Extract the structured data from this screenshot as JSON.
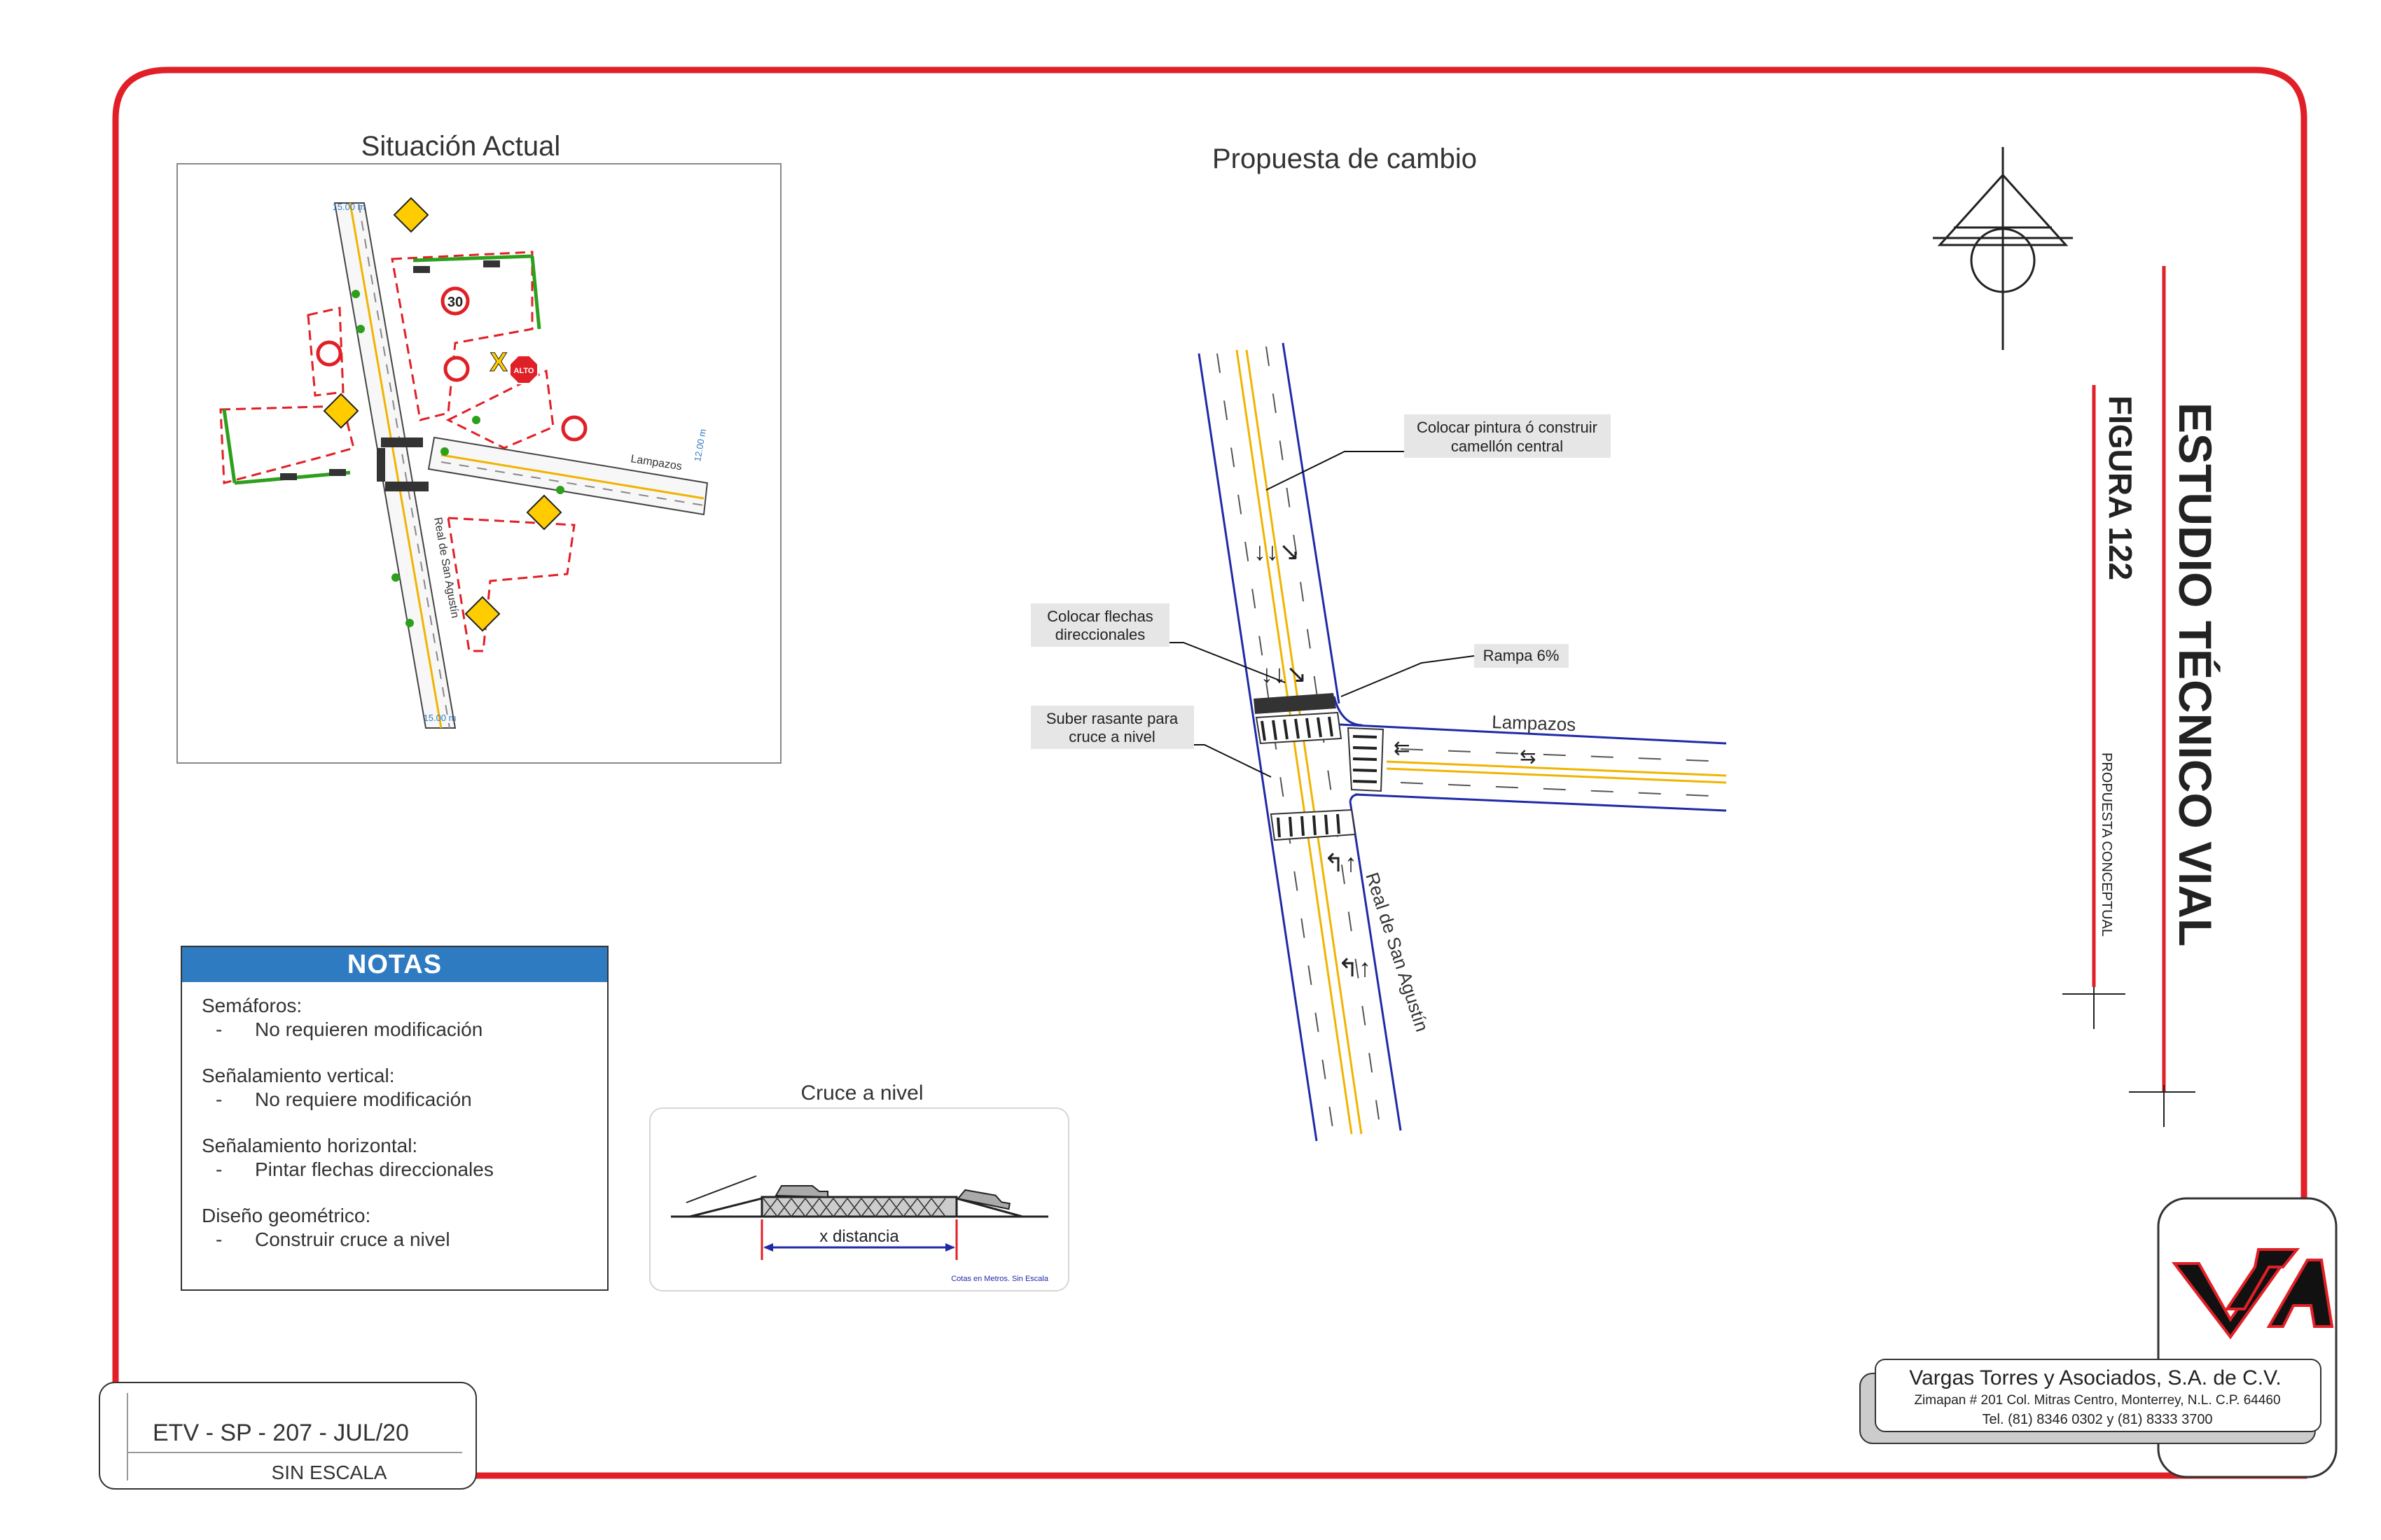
{
  "titles": {
    "current": "Situación Actual",
    "proposal": "Propuesta de cambio",
    "crossing": "Cruce a nivel"
  },
  "title_block": {
    "main": "ESTUDIO TÉCNICO VIAL",
    "figure": "FIGURA 122",
    "subtitle": "PROPUESTA CONCEPTUAL"
  },
  "current_plan": {
    "street_1": "Lampazos",
    "street_2": "Real de San Agustín",
    "dim_top": "15.00 m",
    "dim_bottom": "15.00 m",
    "dim_right": "12.00 m",
    "sign_speed_30": "30",
    "sign_alto": "ALTO"
  },
  "proposal": {
    "callout_median": "Colocar pintura ó construir\ncamellón central",
    "callout_arrows": "Colocar flechas\ndireccionales",
    "callout_ramp": "Rampa 6%",
    "callout_raise": "Suber rasante para\ncruce a nivel",
    "street_east": "Lampazos",
    "street_south": "Real de San Agustín"
  },
  "notes": {
    "header": "NOTAS",
    "groups": [
      {
        "title": "Semáforos:",
        "item": "No requieren modificación"
      },
      {
        "title": "Señalamiento vertical:",
        "item": "No requiere modificación"
      },
      {
        "title": "Señalamiento horizontal:",
        "item": "Pintar flechas direccionales"
      },
      {
        "title": "Diseño geométrico:",
        "item": "Construir cruce a nivel"
      }
    ],
    "dash": "-"
  },
  "crossing": {
    "distance_label": "x  distancia",
    "footnote": "Cotas en Metros. Sin Escala"
  },
  "stamp": {
    "code": "ETV - SP - 207 - JUL/20",
    "scale": "SIN ESCALA"
  },
  "company": {
    "name": "Vargas Torres y Asociados, S.A. de C.V.",
    "address": "Zimapan # 201 Col. Mitras Centro, Monterrey, N.L. C.P. 64460",
    "phone": "Tel. (81) 8346 0302  y  (81) 8333 3700",
    "logo_text": "VTA"
  },
  "colors": {
    "border_red": "#e11f26",
    "road_blue": "#1f2aa6",
    "lane_yellow": "#f0b400",
    "notes_header": "#2f7bc2",
    "sign_yellow": "#ffcc00",
    "sign_green": "#2ca01c"
  }
}
